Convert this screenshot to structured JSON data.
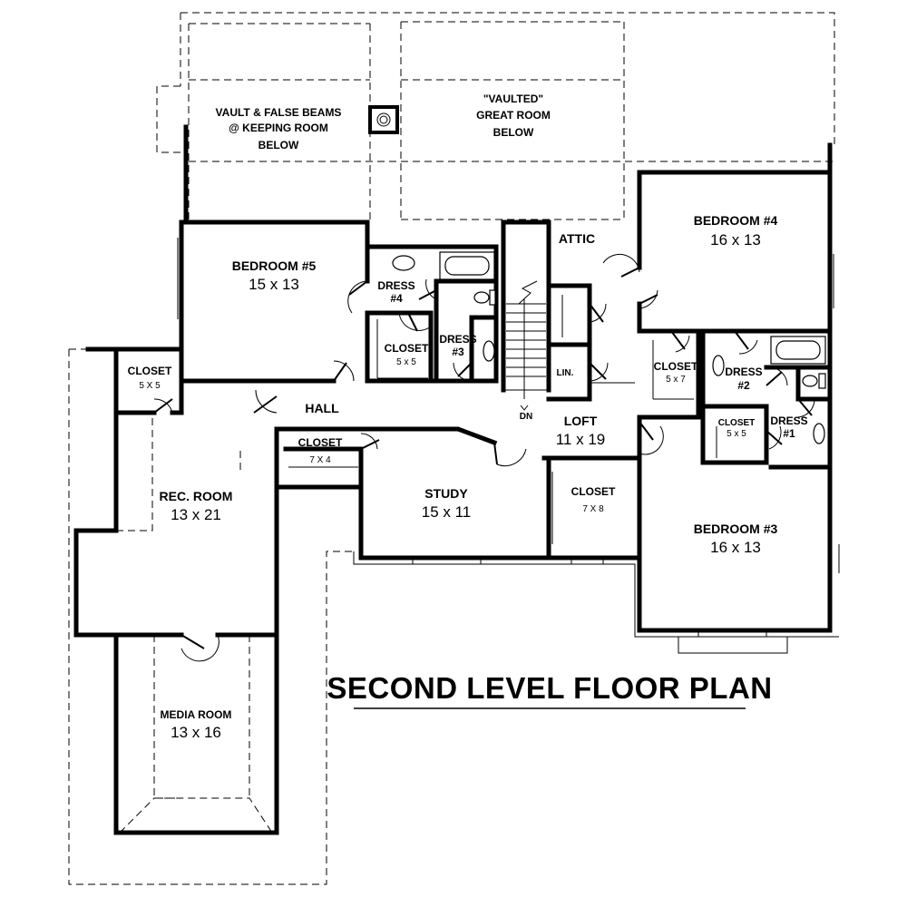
{
  "plan_title": "SECOND LEVEL FLOOR PLAN",
  "notes": {
    "keeping_room": [
      "VAULT & FALSE BEAMS",
      "@ KEEPING ROOM",
      "BELOW"
    ],
    "great_room": [
      "\"VAULTED\"",
      "GREAT ROOM",
      "BELOW"
    ]
  },
  "rooms": {
    "bedroom5": {
      "name": "BEDROOM #5",
      "size": "15 x 13"
    },
    "bedroom4": {
      "name": "BEDROOM #4",
      "size": "16 x 13"
    },
    "bedroom3": {
      "name": "BEDROOM #3",
      "size": "16 x 13"
    },
    "rec_room": {
      "name": "REC. ROOM",
      "size": "13 x 21"
    },
    "media_room": {
      "name": "MEDIA ROOM",
      "size": "13 x 16"
    },
    "study": {
      "name": "STUDY",
      "size": "15 x 11"
    },
    "loft": {
      "name": "LOFT",
      "size": "11 x 19"
    }
  },
  "closets": {
    "rec": {
      "name": "CLOSET",
      "size": "5 X 5"
    },
    "bed5": {
      "name": "CLOSET",
      "size": "5 x 5"
    },
    "hall": {
      "name": "CLOSET",
      "size": "7 X 4"
    },
    "study": {
      "name": "CLOSET",
      "size": "7 X 8"
    },
    "bed4": {
      "name": "CLOSET",
      "size": "5 x 7"
    },
    "bed3": {
      "name": "CLOSET",
      "size": "5 x 5"
    }
  },
  "dress": {
    "d4": {
      "name": "DRESS",
      "num": "#4"
    },
    "d3": {
      "name": "DRESS",
      "num": "#3"
    },
    "d2": {
      "name": "DRESS",
      "num": "#2"
    },
    "d1": {
      "name": "DRESS",
      "num": "#1"
    }
  },
  "labels": {
    "hall": "HALL",
    "attic": "ATTIC",
    "lin": "LIN.",
    "dn": "DN"
  }
}
